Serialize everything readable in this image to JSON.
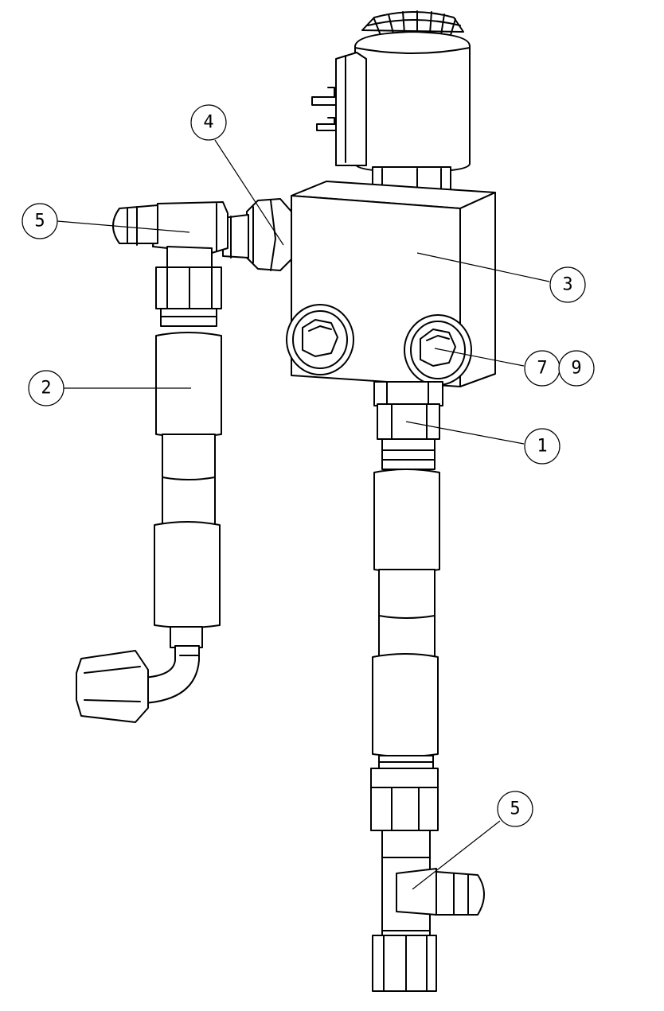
{
  "callouts": [
    {
      "id": "c5a",
      "label": "5"
    },
    {
      "id": "c4",
      "label": "4"
    },
    {
      "id": "c3",
      "label": "3"
    },
    {
      "id": "c2",
      "label": "2"
    },
    {
      "id": "c7",
      "label": "7"
    },
    {
      "id": "c9",
      "label": "9"
    },
    {
      "id": "c1",
      "label": "1"
    },
    {
      "id": "c5b",
      "label": "5"
    }
  ],
  "style": {
    "line_color": "#000000",
    "background": "#ffffff"
  }
}
